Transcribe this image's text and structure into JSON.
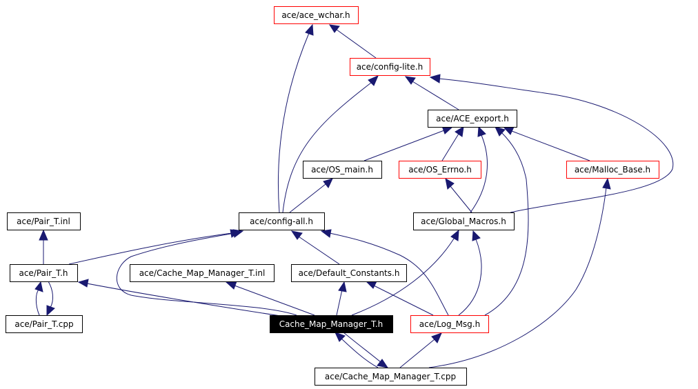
{
  "diagram": {
    "edge_color": "#191970",
    "nodes": [
      {
        "id": "wchar",
        "label": "ace/ace_wchar.h",
        "border": "red"
      },
      {
        "id": "configlite",
        "label": "ace/config-lite.h",
        "border": "red"
      },
      {
        "id": "aceexport",
        "label": "ace/ACE_export.h",
        "border": "black"
      },
      {
        "id": "osmain",
        "label": "ace/OS_main.h",
        "border": "black"
      },
      {
        "id": "oserrno",
        "label": "ace/OS_Errno.h",
        "border": "red"
      },
      {
        "id": "mallocbase",
        "label": "ace/Malloc_Base.h",
        "border": "red"
      },
      {
        "id": "pairinl",
        "label": "ace/Pair_T.inl",
        "border": "black"
      },
      {
        "id": "configall",
        "label": "ace/config-all.h",
        "border": "black"
      },
      {
        "id": "globalmacros",
        "label": "ace/Global_Macros.h",
        "border": "black"
      },
      {
        "id": "pairh",
        "label": "ace/Pair_T.h",
        "border": "black"
      },
      {
        "id": "cmminl",
        "label": "ace/Cache_Map_Manager_T.inl",
        "border": "black"
      },
      {
        "id": "defconst",
        "label": "ace/Default_Constants.h",
        "border": "black"
      },
      {
        "id": "paircpp",
        "label": "ace/Pair_T.cpp",
        "border": "black"
      },
      {
        "id": "cmmh",
        "label": "Cache_Map_Manager_T.h",
        "border": "selected"
      },
      {
        "id": "logmsg",
        "label": "ace/Log_Msg.h",
        "border": "red"
      },
      {
        "id": "cmmcpp",
        "label": "ace/Cache_Map_Manager_T.cpp",
        "border": "black"
      }
    ],
    "edges": [
      {
        "from": "configlite",
        "to": "wchar"
      },
      {
        "from": "configall",
        "to": "wchar"
      },
      {
        "from": "configall",
        "to": "configlite"
      },
      {
        "from": "aceexport",
        "to": "configlite"
      },
      {
        "from": "globalmacros",
        "to": "configlite"
      },
      {
        "from": "osmain",
        "to": "aceexport"
      },
      {
        "from": "oserrno",
        "to": "aceexport"
      },
      {
        "from": "mallocbase",
        "to": "aceexport"
      },
      {
        "from": "globalmacros",
        "to": "aceexport"
      },
      {
        "from": "logmsg",
        "to": "aceexport"
      },
      {
        "from": "configall",
        "to": "osmain"
      },
      {
        "from": "globalmacros",
        "to": "oserrno"
      },
      {
        "from": "cmmcpp",
        "to": "mallocbase"
      },
      {
        "from": "pairh",
        "to": "pairinl"
      },
      {
        "from": "pairh",
        "to": "configall"
      },
      {
        "from": "cmmh",
        "to": "configall"
      },
      {
        "from": "defconst",
        "to": "configall"
      },
      {
        "from": "logmsg",
        "to": "configall"
      },
      {
        "from": "cmmh",
        "to": "globalmacros"
      },
      {
        "from": "logmsg",
        "to": "globalmacros"
      },
      {
        "from": "cmmh",
        "to": "pairh"
      },
      {
        "from": "paircpp",
        "to": "pairh"
      },
      {
        "from": "pairh",
        "to": "paircpp"
      },
      {
        "from": "cmmh",
        "to": "cmminl"
      },
      {
        "from": "cmmh",
        "to": "defconst"
      },
      {
        "from": "logmsg",
        "to": "defconst"
      },
      {
        "from": "cmmh",
        "to": "cmmcpp"
      },
      {
        "from": "cmmcpp",
        "to": "cmmh"
      },
      {
        "from": "cmmcpp",
        "to": "logmsg"
      }
    ]
  }
}
